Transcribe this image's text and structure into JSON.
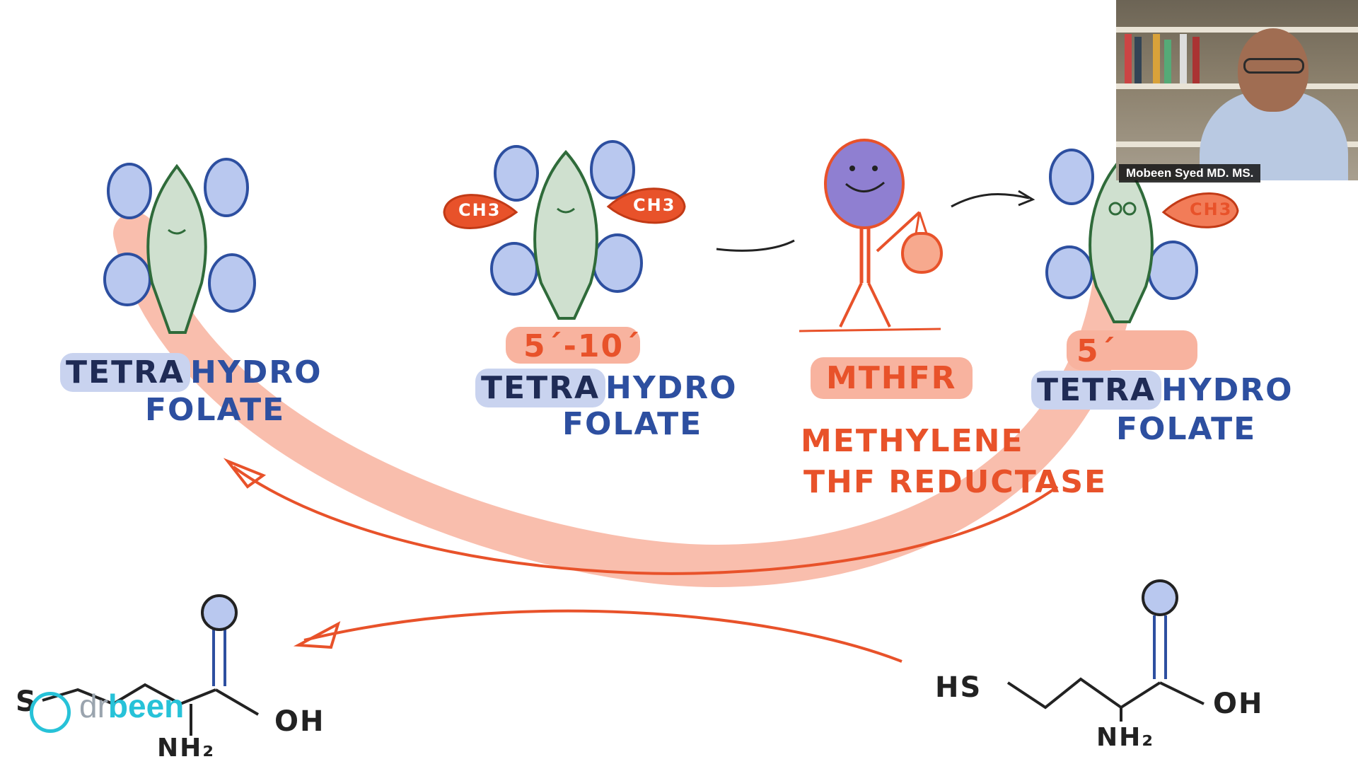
{
  "presenter": {
    "name": "Mobeen Syed MD. MS."
  },
  "logo": {
    "prefix": "dr",
    "suffix": "been"
  },
  "molecules": [
    {
      "id": "thf",
      "highlight": "TETRA",
      "line1_rest": "HYDRO",
      "line2": "FOLATE"
    },
    {
      "id": "methylene-thf",
      "prefix": "5´-10´",
      "highlight": "TETRA",
      "line1_rest": "HYDRO",
      "line2": "FOLATE",
      "methyl_label": "CH3"
    },
    {
      "id": "methyl-thf",
      "prefix": "5´",
      "highlight": "TETRA",
      "line1_rest": "HYDRO",
      "line2": "FOLATE",
      "methyl_label": "CH3"
    }
  ],
  "enzyme": {
    "abbrev": "MTHFR",
    "full_line1": "METHYLENE",
    "full_line2": "THF REDUCTASE"
  },
  "structures": {
    "left": {
      "left_atom": "S",
      "amine": "NH₂",
      "acid": "OH"
    },
    "right": {
      "left_atom": "HS",
      "amine": "NH₂",
      "acid": "OH"
    }
  },
  "colors": {
    "blue": "#2d4fa0",
    "orange": "#e8522a",
    "leaf_green": "#2f6b3a",
    "highlight_blue": "#c9d3ef",
    "highlight_orange": "#f8b39f",
    "logo_cyan": "#27c2d8"
  },
  "icons": [
    "tree-icon",
    "water-drop-icon",
    "methyl-bubble-icon",
    "enzyme-character-icon",
    "money-bag-icon",
    "arrow-icon"
  ]
}
